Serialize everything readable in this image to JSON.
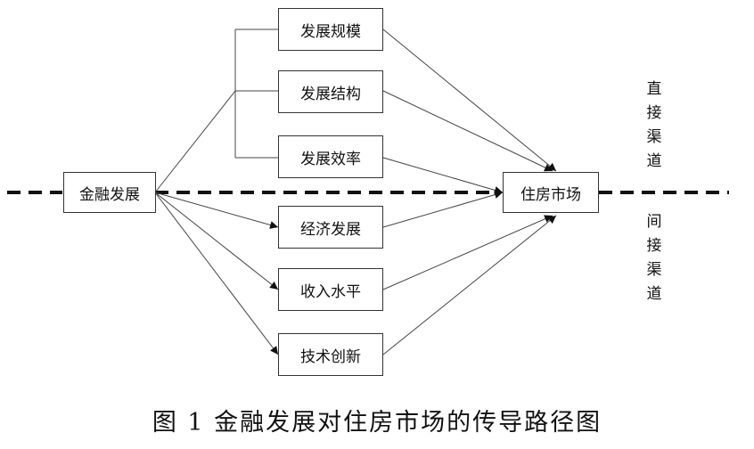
{
  "source": {
    "label": "金融发展"
  },
  "target": {
    "label": "住房市场"
  },
  "direct_nodes": [
    {
      "label": "发展规模"
    },
    {
      "label": "发展结构"
    },
    {
      "label": "发展效率"
    }
  ],
  "indirect_nodes": [
    {
      "label": "经济发展"
    },
    {
      "label": "收入水平"
    },
    {
      "label": "技术创新"
    }
  ],
  "channel_labels": {
    "upper": "直接渠道",
    "lower": "间接渠道"
  },
  "caption": "图 1   金融发展对住房市场的传导路径图"
}
